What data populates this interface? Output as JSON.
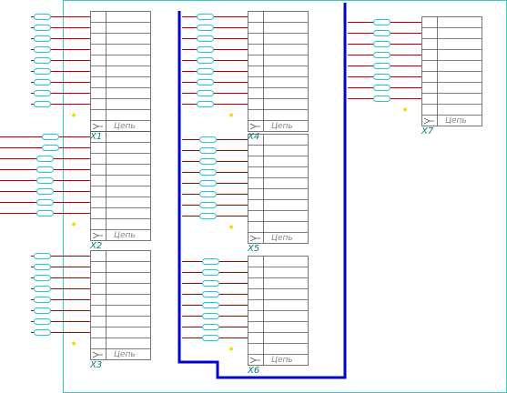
{
  "colors": {
    "frame": "#33cccc",
    "grid": "#555555",
    "wire": "#b00000",
    "bus": "#0000d0",
    "connector": "#22c8d8",
    "label": "#00807a",
    "chain_text": "#888888",
    "marker": "#f0e000"
  },
  "blocks": [
    {
      "label": "X1",
      "chain_text": "Цепь",
      "pin_count": 9
    },
    {
      "label": "X2",
      "chain_text": "Цепь",
      "pin_count": 8
    },
    {
      "label": "X3",
      "chain_text": "Цепь",
      "pin_count": 8
    },
    {
      "label": "X4",
      "chain_text": "Цепь",
      "pin_count": 9
    },
    {
      "label": "X5",
      "chain_text": "Цепь",
      "pin_count": 8
    },
    {
      "label": "X6",
      "chain_text": "Цепь",
      "pin_count": 8
    },
    {
      "label": "X7",
      "chain_text": "Цепь",
      "pin_count": 8
    }
  ]
}
